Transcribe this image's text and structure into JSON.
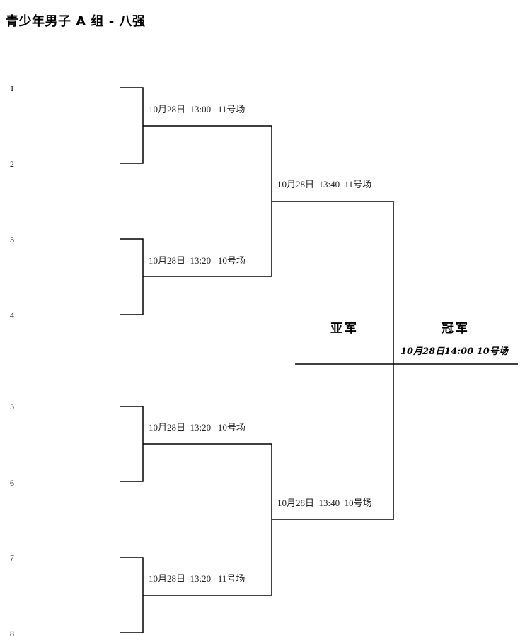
{
  "title": "青少年男子 A 组 - 八强",
  "seeds": [
    "1",
    "2",
    "3",
    "4",
    "5",
    "6",
    "7",
    "8"
  ],
  "round1": [
    {
      "info": "10月28日  13:00   11号场"
    },
    {
      "info": "10月28日  13:20   10号场"
    },
    {
      "info": "10月28日  13:20   10号场"
    },
    {
      "info": "10月28日  13:20   11号场"
    }
  ],
  "semifinals": [
    {
      "info": "10月28日  13:40  11号场"
    },
    {
      "info": "10月28日  13:40  10号场"
    }
  ],
  "final": {
    "runner_up_label": "亚军",
    "champion_label": "冠军",
    "info": "10月28日14:00 10号场"
  }
}
